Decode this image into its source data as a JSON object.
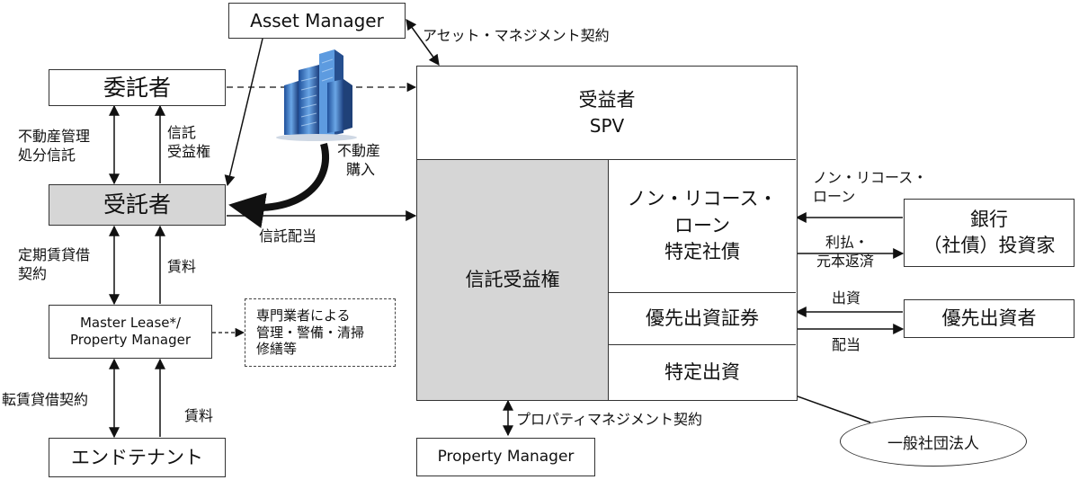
{
  "nodes": {
    "asset_manager": "Asset Manager",
    "settlor": "委託者",
    "trustee": "受託者",
    "master_lease_line1": "Master Lease*/",
    "master_lease_line2": "Property Manager",
    "end_tenant": "エンドテナント",
    "beneficiary_line1": "受益者",
    "beneficiary_line2": "SPV",
    "trust_beneficial_right": "信託受益権",
    "nonrecourse_line1": "ノン・リコース・",
    "nonrecourse_line2": "ローン",
    "nonrecourse_line3": "特定社債",
    "preferred_securities": "優先出資証券",
    "specified_capital": "特定出資",
    "property_manager": "Property Manager",
    "bank_line1": "銀行",
    "bank_line2": "（社債）投資家",
    "preferred_investor": "優先出資者",
    "general_association": "一般社団法人",
    "specialist_line1": "専門業者による",
    "specialist_line2": "管理・警備・清掃",
    "specialist_line3": "修繕等"
  },
  "labels": {
    "asset_mgmt_contract": "アセット・マネジメント契約",
    "re_mgmt_line1": "不動産管理",
    "re_mgmt_line2": "処分信託",
    "trust_right_line1": "信託",
    "trust_right_line2": "受益権",
    "re_purchase_line1": "不動産",
    "re_purchase_line2": "購入",
    "trust_dividend": "信託配当",
    "fixed_lease_line1": "定期賃貸借",
    "fixed_lease_line2": "契約",
    "rent_1": "賃料",
    "sublease": "転賃貸借契約",
    "rent_2": "賃料",
    "pm_contract": "プロパティマネジメント契約",
    "loan_line1": "ノン・リコース・",
    "loan_line2": "ローン",
    "interest_line1": "利払・",
    "interest_line2": "元本返済",
    "investment": "出資",
    "dividend": "配当"
  },
  "icons": {
    "building": "office-building-icon"
  },
  "colors": {
    "gray_fill": "#d6d6d6",
    "building_blue": "#3a78c8",
    "line": "#111111"
  }
}
